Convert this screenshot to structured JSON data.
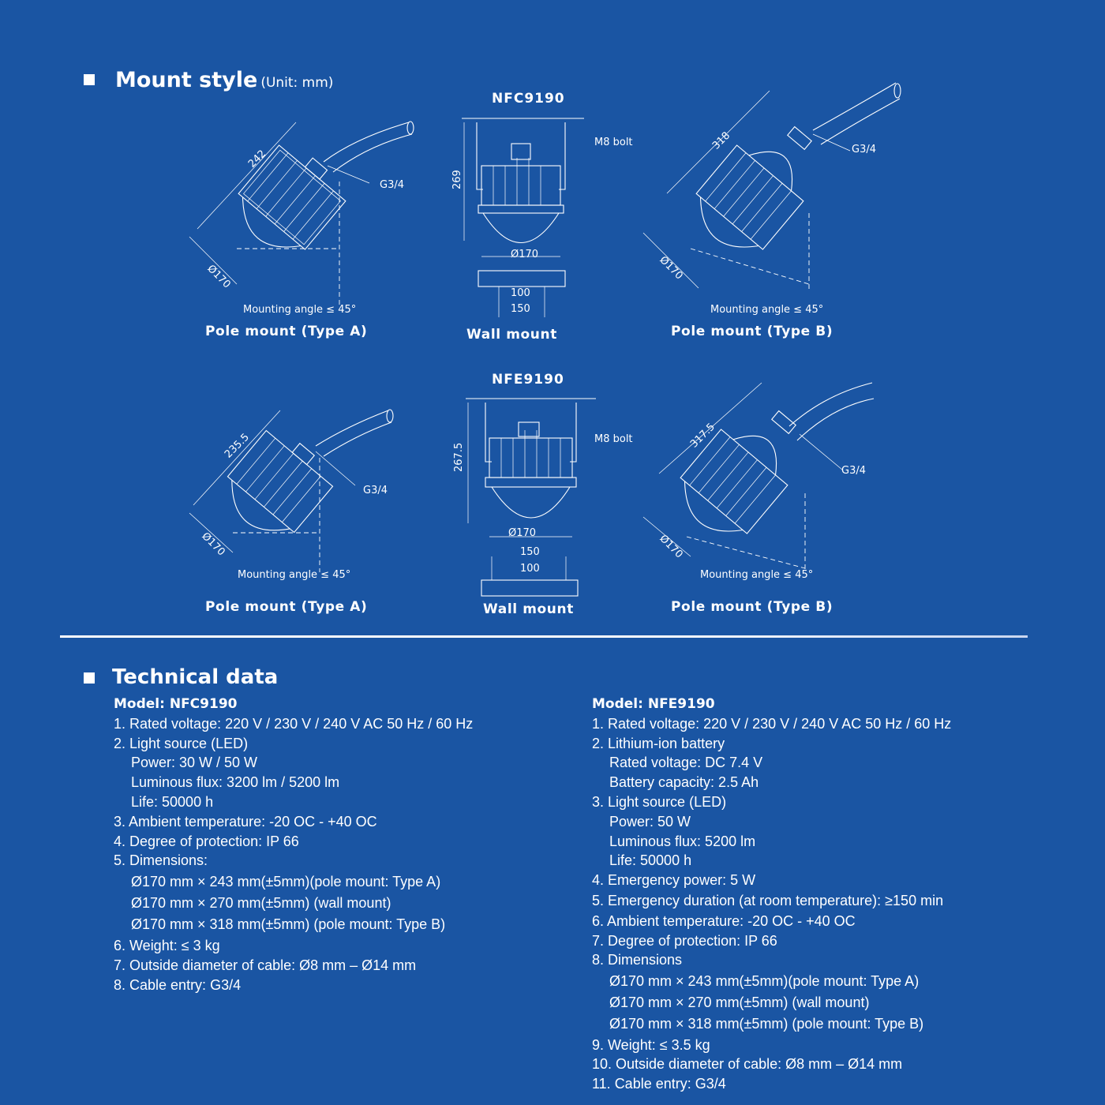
{
  "mount_section": {
    "title": "Mount style",
    "unit": "(Unit: mm)",
    "nfc": {
      "model": "NFC9190",
      "pole_a": {
        "length": "242",
        "diameter": "Ø170",
        "cable": "G3/4",
        "angle": "Mounting angle ≤ 45°",
        "caption": "Pole mount (Type A)"
      },
      "wall": {
        "height": "269",
        "bolt": "M8 bolt",
        "diameter": "Ø170",
        "dim_inner": "100",
        "dim_outer": "150",
        "caption": "Wall mount"
      },
      "pole_b": {
        "length": "318",
        "diameter": "Ø170",
        "cable": "G3/4",
        "angle": "Mounting angle ≤ 45°",
        "caption": "Pole mount (Type B)"
      }
    },
    "nfe": {
      "model": "NFE9190",
      "pole_a": {
        "length": "235.5",
        "diameter": "Ø170",
        "cable": "G3/4",
        "angle": "Mounting angle ≤ 45°",
        "caption": "Pole mount (Type A)"
      },
      "wall": {
        "height": "267.5",
        "bolt": "M8 bolt",
        "diameter": "Ø170",
        "dim_outer": "150",
        "dim_inner": "100",
        "caption": "Wall mount"
      },
      "pole_b": {
        "length": "317.5",
        "diameter": "Ø170",
        "cable": "G3/4",
        "angle": "Mounting angle ≤ 45°",
        "caption": "Pole mount (Type B)"
      }
    }
  },
  "tech_section": {
    "title": "Technical data",
    "nfc": {
      "model": "Model: NFC9190",
      "lines": [
        "1. Rated voltage: 220 V / 230 V / 240 V AC 50 Hz / 60 Hz",
        "2. Light source (LED)",
        "Power: 30 W / 50 W",
        "Luminous flux: 3200 lm / 5200 lm",
        "Life: 50000 h",
        "3. Ambient temperature: -20 OC - +40 OC",
        "4. Degree of protection: IP 66",
        "5. Dimensions:",
        "Ø170 mm × 243 mm(±5mm)(pole mount: Type A)",
        "Ø170 mm × 270 mm(±5mm) (wall mount)",
        "Ø170 mm × 318 mm(±5mm) (pole mount: Type B)",
        "6. Weight: ≤ 3 kg",
        "7. Outside diameter of cable: Ø8 mm – Ø14 mm",
        "8. Cable entry: G3/4"
      ]
    },
    "nfe": {
      "model": "Model: NFE9190",
      "lines": [
        "1. Rated voltage: 220 V / 230 V / 240 V AC 50 Hz / 60 Hz",
        "2. Lithium-ion battery",
        "Rated voltage: DC 7.4 V",
        "Battery capacity: 2.5 Ah",
        "3. Light source (LED)",
        "Power: 50 W",
        "Luminous flux: 5200 lm",
        "Life: 50000 h",
        "4. Emergency power: 5 W",
        "5. Emergency duration (at room temperature): ≥150 min",
        "6. Ambient temperature: -20 OC - +40 OC",
        "7. Degree of protection: IP 66",
        "8. Dimensions",
        "Ø170 mm × 243 mm(±5mm)(pole mount: Type A)",
        "Ø170 mm × 270 mm(±5mm) (wall mount)",
        "Ø170 mm × 318 mm(±5mm) (pole mount: Type B)",
        "9. Weight: ≤ 3.5 kg",
        "10. Outside diameter of cable: Ø8 mm – Ø14 mm",
        "11. Cable entry: G3/4"
      ]
    }
  }
}
